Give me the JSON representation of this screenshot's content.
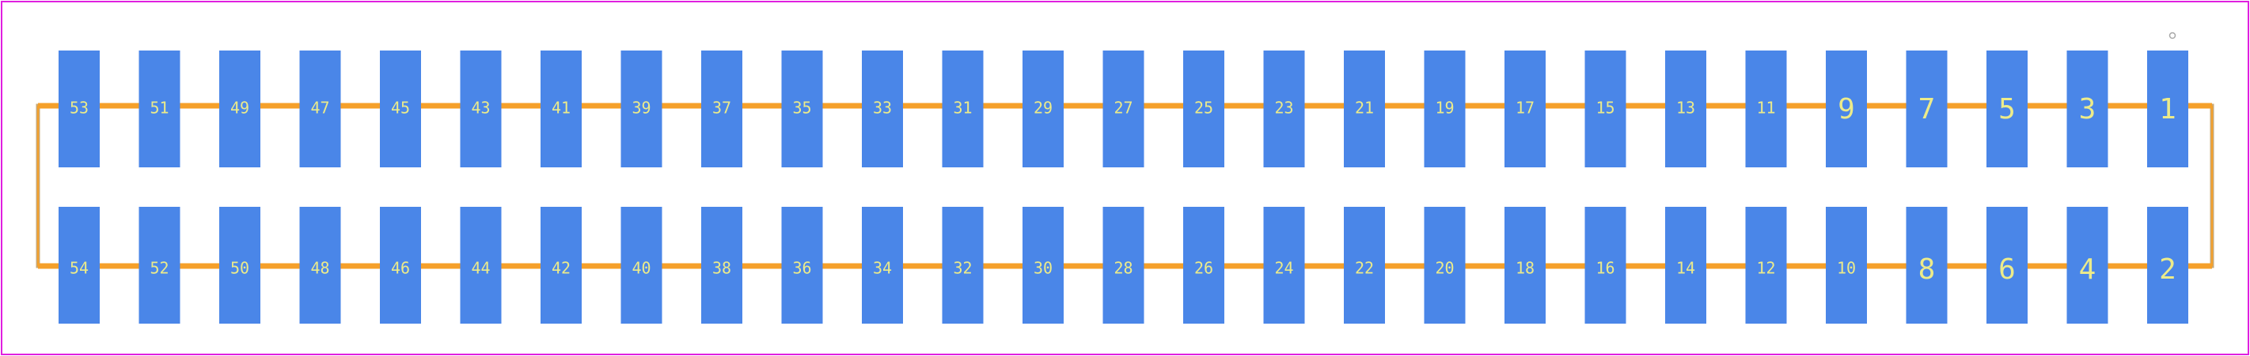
{
  "diagram": {
    "colors": {
      "board_outline": "#e020e0",
      "pad_fill": "#4a86e8",
      "trace": "#f5a02a",
      "silkscreen": "#c8a874",
      "pad_label": "#eceb8a",
      "pin1_marker": "#a8a8a8",
      "background": "#ffffff"
    },
    "pads_top_row": [
      "53",
      "51",
      "49",
      "47",
      "45",
      "43",
      "41",
      "39",
      "37",
      "35",
      "33",
      "31",
      "29",
      "27",
      "25",
      "23",
      "21",
      "19",
      "17",
      "15",
      "13",
      "11",
      "9",
      "7",
      "5",
      "3",
      "1"
    ],
    "pads_bottom_row": [
      "54",
      "52",
      "50",
      "48",
      "46",
      "44",
      "42",
      "40",
      "38",
      "36",
      "34",
      "32",
      "30",
      "28",
      "26",
      "24",
      "22",
      "20",
      "18",
      "16",
      "14",
      "12",
      "10",
      "8",
      "6",
      "4",
      "2"
    ]
  }
}
